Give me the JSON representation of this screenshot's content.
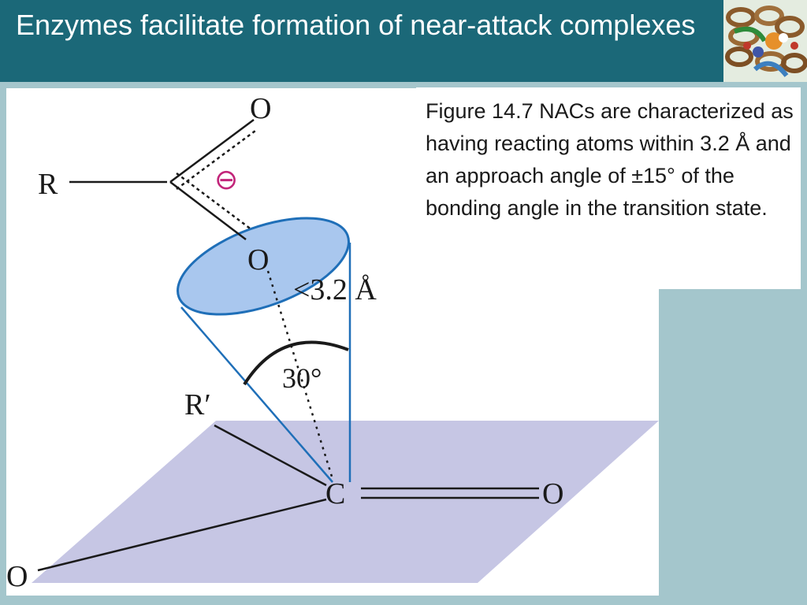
{
  "slide": {
    "title": "Enzymes facilitate formation of near-attack complexes",
    "caption": "Figure 14.7 NACs are characterized as having reacting atoms within 3.2 Å and an approach angle of ±15° of the bonding angle in the transition state."
  },
  "diagram": {
    "labels": {
      "o_top": "O",
      "r": "R",
      "o_mid": "O",
      "negative_charge": "⊖",
      "distance": "<3.2 Å",
      "angle": "30°",
      "r_prime": "R′",
      "carbon": "C",
      "o_right": "O",
      "o_bottom": "O"
    }
  },
  "colors": {
    "header_bg": "#1b6878",
    "slide_bg": "#a4c6cc",
    "plane_fill": "#c6c6e4",
    "ellipse_fill": "#a9c7ee",
    "cone_stroke": "#1f6fb8",
    "charge_color": "#c2257a"
  },
  "icons": {
    "header_thumbnail": "protein-structure-icon"
  }
}
